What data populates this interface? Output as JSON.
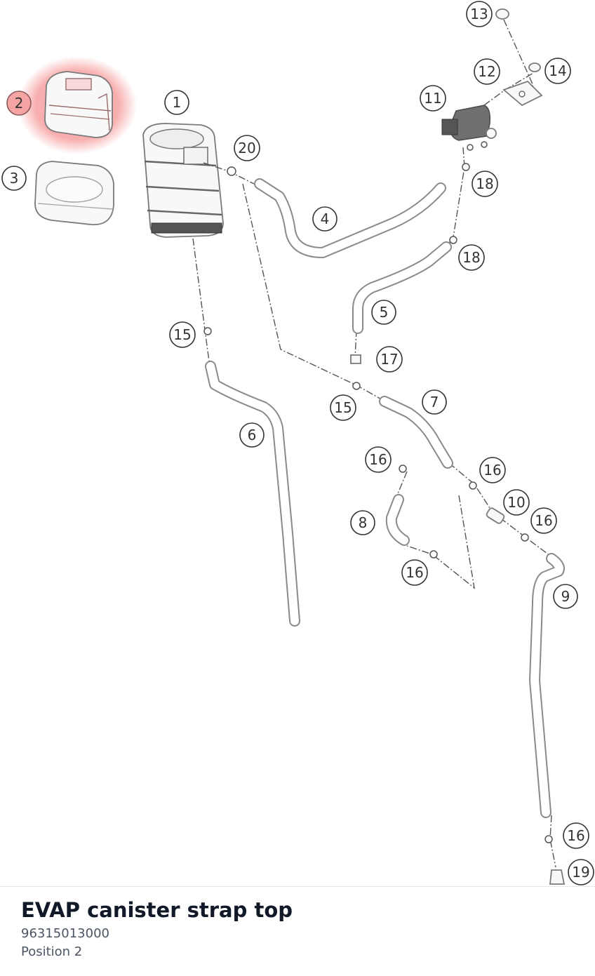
{
  "diagram": {
    "highlight_color": "#f7a1a1",
    "callouts": [
      {
        "id": "c1",
        "label": "1"
      },
      {
        "id": "c2",
        "label": "2",
        "highlighted": true
      },
      {
        "id": "c3",
        "label": "3"
      },
      {
        "id": "c4",
        "label": "4"
      },
      {
        "id": "c5",
        "label": "5"
      },
      {
        "id": "c6",
        "label": "6"
      },
      {
        "id": "c7",
        "label": "7"
      },
      {
        "id": "c8",
        "label": "8"
      },
      {
        "id": "c9",
        "label": "9"
      },
      {
        "id": "c10",
        "label": "10"
      },
      {
        "id": "c11",
        "label": "11"
      },
      {
        "id": "c12",
        "label": "12"
      },
      {
        "id": "c13",
        "label": "13"
      },
      {
        "id": "c14",
        "label": "14"
      },
      {
        "id": "c15a",
        "label": "15"
      },
      {
        "id": "c15b",
        "label": "15"
      },
      {
        "id": "c16a",
        "label": "16"
      },
      {
        "id": "c16b",
        "label": "16"
      },
      {
        "id": "c16c",
        "label": "16"
      },
      {
        "id": "c16d",
        "label": "16"
      },
      {
        "id": "c16e",
        "label": "16"
      },
      {
        "id": "c17",
        "label": "17"
      },
      {
        "id": "c18a",
        "label": "18"
      },
      {
        "id": "c18b",
        "label": "18"
      },
      {
        "id": "c19",
        "label": "19"
      },
      {
        "id": "c20",
        "label": "20"
      }
    ]
  },
  "part": {
    "title": "EVAP canister strap top",
    "number": "96315013000",
    "position": "Position 2"
  }
}
